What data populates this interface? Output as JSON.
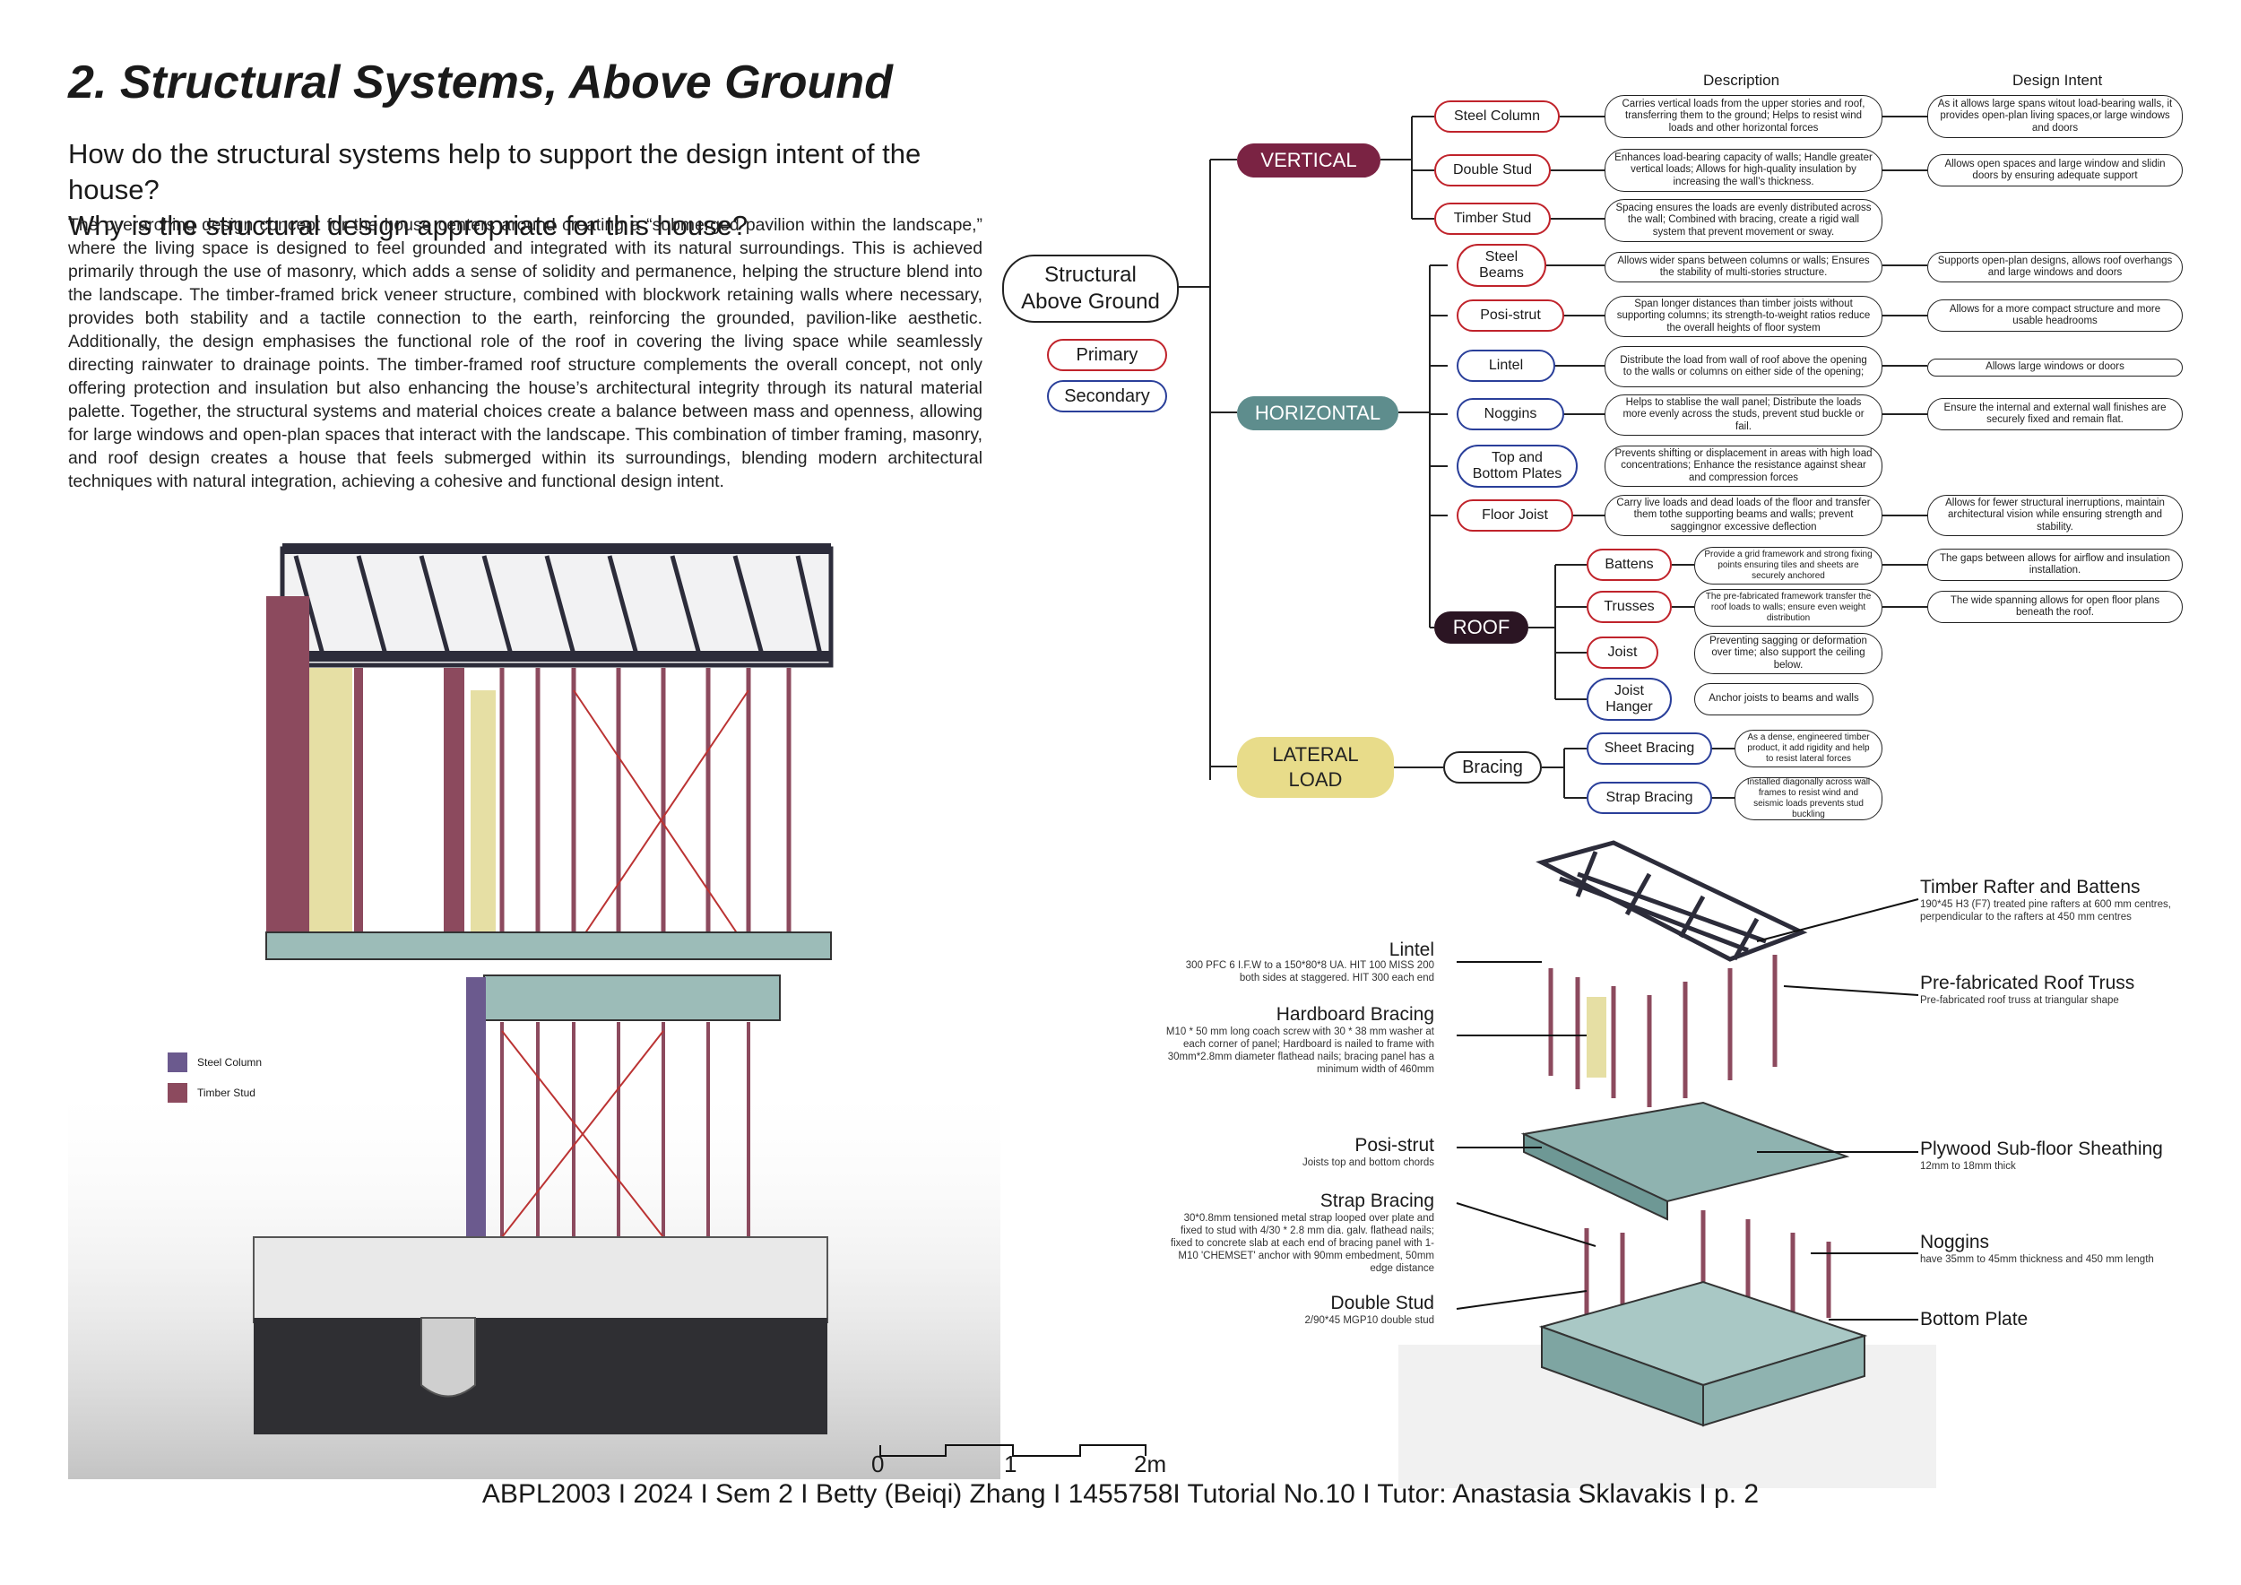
{
  "page": {
    "title": "2. Structural Systems, Above Ground",
    "questions": [
      "How do the structural systems help to support the design intent of the house?",
      "Why is the structural design appropriate for this house?"
    ],
    "body": "The overarching design concept for the house centers around creating a “submerged pavilion within the landscape,” where the living space is designed to feel grounded and integrated with its natural surroundings.  This is achieved primarily through the use of masonry, which adds a sense of solidity and permanence, helping the structure blend into the landscape. The timber-framed brick veneer structure, combined with blockwork retaining walls where necessary, provides both stability and a tactile connection to the earth, reinforcing the grounded, pavilion-like aesthetic. Additionally, the design emphasises the functional role of the roof in covering the living space while seamlessly directing rainwater to drainage points.  The timber-framed roof structure complements the overall concept, not only offering protection and insulation but also enhancing the house’s architectural integrity through its natural material palette. Together, the structural systems and material choices create a balance between mass and openness, allowing for large windows and open-plan spaces that interact with the landscape. This combination of timber framing, masonry, and roof design creates a house that feels submerged within its surroundings, blending modern architectural techniques with natural integration, achieving a cohesive and functional design intent.",
    "footer": "ABPL2003 I 2024 I Sem 2 I Betty (Beiqi) Zhang I 1455758I Tutorial No.10 I Tutor: Anastasia Sklavakis I p. 2"
  },
  "legend": {
    "steel_column": {
      "label": "Steel Column",
      "color": "#6b5a8e"
    },
    "timber_stud": {
      "label": "Timber Stud",
      "color": "#8c4a5e"
    }
  },
  "scale_bar": {
    "labels": [
      "0",
      "1",
      "2m"
    ]
  },
  "mindmap": {
    "root": "Structural\nAbove Ground",
    "key_primary": "Primary",
    "key_secondary": "Secondary",
    "colors": {
      "primary": "#c0232b",
      "secondary": "#2a3f9a",
      "vertical": "#7a2343",
      "horizontal": "#5e8d8d",
      "roof": "#2b1523",
      "lateral": "#e8dc8a"
    },
    "header_description": "Description",
    "header_intent": "Design Intent",
    "categories": {
      "vertical": "VERTICAL",
      "horizontal": "HORIZONTAL",
      "roof": "ROOF",
      "lateral": "LATERAL\nLOAD",
      "bracing": "Bracing"
    },
    "items": [
      {
        "label": "Steel Column",
        "kind": "primary",
        "description": "Carries vertical loads from the upper stories and roof, transferring them to the ground; Helps to resist wind loads and other horizontal forces",
        "intent": "As it allows large spans witout load-bearing walls, it provides open-plan living spaces,or large windows and doors"
      },
      {
        "label": "Double Stud",
        "kind": "primary",
        "description": "Enhances load-bearing capacity of walls; Handle greater vertical loads; Allows for high-quality insulation by increasing the wall’s thickness.",
        "intent": "Allows open spaces and large window and slidin doors by ensuring adequate support"
      },
      {
        "label": "Timber Stud",
        "kind": "primary",
        "description": "Spacing ensures the loads are evenly distributed across the wall; Combined with bracing, create a rigid wall system that prevent movement or sway.",
        "intent": ""
      },
      {
        "label": "Steel\nBeams",
        "kind": "primary",
        "description": "Allows wider spans between columns or walls; Ensures the stability of multi-stories structure.",
        "intent": "Supports open-plan designs, allows roof overhangs and large windows and doors"
      },
      {
        "label": "Posi-strut",
        "kind": "primary",
        "description": "Span longer distances than timber joists without supporting columns; its strength-to-weight ratios reduce the overall heights of floor system",
        "intent": "Allows for a more compact structure and more usable headrooms"
      },
      {
        "label": "Lintel",
        "kind": "secondary",
        "description": "Distribute the load from wall of roof above the opening to the walls or columns on either side of the opening;",
        "intent": "Allows large windows or doors"
      },
      {
        "label": "Noggins",
        "kind": "secondary",
        "description": "Helps to stablise the wall panel; Distribute the loads more evenly across the studs, prevent stud buckle or fail.",
        "intent": "Ensure the internal and external wall finishes are securely fixed and remain flat."
      },
      {
        "label": "Top and\nBottom Plates",
        "kind": "secondary",
        "description": "Prevents shifting or displacement in areas with high load concentrations; Enhance the resistance against shear and compression forces",
        "intent": ""
      },
      {
        "label": "Floor Joist",
        "kind": "primary",
        "description": "Carry live loads and dead loads of the floor and transfer them tothe supporting beams and walls; prevent saggingnor excessive deflection",
        "intent": "Allows for fewer structural inerruptions, maintain architectural vision while ensuring strength and stability."
      },
      {
        "label": "Battens",
        "kind": "primary",
        "description": "Provide a grid framework and strong fixing points ensuring tiles and sheets are securely anchored",
        "intent": "The gaps between allows for airflow and insulation installation."
      },
      {
        "label": "Trusses",
        "kind": "primary",
        "description": "The pre-fabricated framework transfer the roof loads to walls; ensure even weight distribution",
        "intent": "The wide spanning allows for open floor plans beneath the roof."
      },
      {
        "label": "Joist",
        "kind": "primary",
        "description": "Preventing sagging or deformation over time; also support the ceiling below.",
        "intent": ""
      },
      {
        "label": "Joist\nHanger",
        "kind": "secondary",
        "description": "Anchor joists to beams and walls",
        "intent": ""
      },
      {
        "label": "Sheet Bracing",
        "kind": "secondary",
        "description": "As a dense, engineered timber product, it add rigidity and help to resist lateral forces",
        "intent": ""
      },
      {
        "label": "Strap Bracing",
        "kind": "secondary",
        "description": "Installed diagonally across wall frames to resist wind and seismic loads prevents stud buckling",
        "intent": ""
      }
    ]
  },
  "callouts_left": [
    {
      "title": "Lintel",
      "note": "300 PFC 6 I.F.W to a 150*80*8 UA. HIT 100 MISS 200 both sides at staggered. HIT 300 each end"
    },
    {
      "title": "Hardboard Bracing",
      "note": "M10 * 50 mm long coach screw with 30 * 38 mm washer at each corner of panel; Hardboard is nailed to frame with 30mm*2.8mm diameter flathead nails; bracing panel has a minimum width of 460mm"
    },
    {
      "title": "Posi-strut",
      "note": "Joists top and bottom chords"
    },
    {
      "title": "Strap Bracing",
      "note": "30*0.8mm tensioned metal strap looped over plate and fixed to stud with 4/30 * 2.8 mm dia. galv. flathead nails; fixed to concrete slab at each end of bracing panel with 1-M10 'CHEMSET' anchor with 90mm embedment, 50mm edge distance"
    },
    {
      "title": "Double Stud",
      "note": "2/90*45 MGP10 double stud"
    }
  ],
  "callouts_right": [
    {
      "title": "Timber Rafter and Battens",
      "note": "190*45 H3 (F7) treated pine rafters at 600 mm centres, perpendicular to the rafters at 450 mm centres"
    },
    {
      "title": "Pre-fabricated Roof Truss",
      "note": "Pre-fabricated roof truss at triangular shape"
    },
    {
      "title": "Plywood Sub-floor Sheathing",
      "note": "12mm to 18mm thick"
    },
    {
      "title": "Noggins",
      "note": "have 35mm to 45mm thickness and 450 mm length"
    },
    {
      "title": "Bottom Plate",
      "note": ""
    }
  ]
}
